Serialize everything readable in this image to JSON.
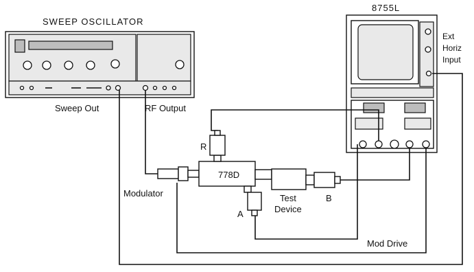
{
  "sweep_oscillator": {
    "title": "SWEEP OSCILLATOR"
  },
  "analyzer": {
    "title": "8755L",
    "ext_input_lines": [
      "Ext",
      "Horiz",
      "Input"
    ]
  },
  "labels": {
    "sweep_out": "Sweep Out",
    "rf_output": "RF Output",
    "modulator": "Modulator",
    "coupler": "778D",
    "test_device_lines": [
      "Test",
      "Device"
    ],
    "detector_r": "R",
    "detector_a": "A",
    "detector_b": "B",
    "mod_drive": "Mod Drive"
  }
}
